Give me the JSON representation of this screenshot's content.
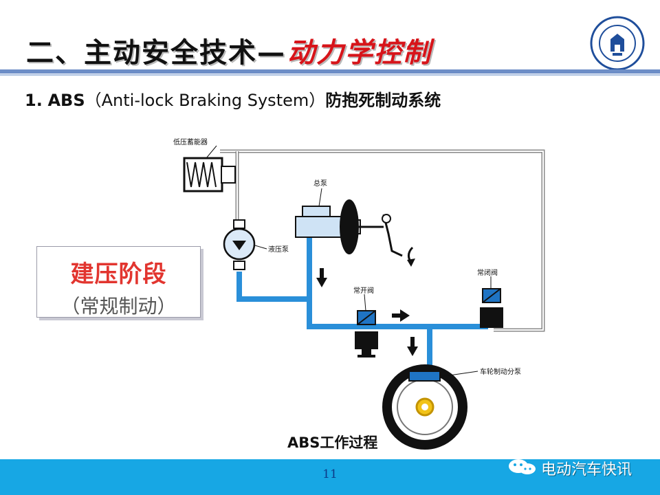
{
  "header": {
    "title_main": "二、主动安全技术—",
    "title_accent": "动力学控制",
    "accent_color": "#d7141a",
    "rule_color": "#6d8ec7"
  },
  "subtitle": {
    "number": "1.",
    "abbr": "ABS",
    "paren_open": "（",
    "full_name": "Anti-lock Braking System",
    "paren_close": "）",
    "cn_name": "防抱死制动系统"
  },
  "stage": {
    "main": "建压阶段",
    "sub": "（常规制动）"
  },
  "diagram": {
    "labels": {
      "accumulator": "低压蓄能器",
      "master_cylinder": "总泵",
      "pump": "液压泵",
      "normally_open_valve": "常开阀",
      "normally_closed_valve": "常闭阀",
      "wheel_cylinder": "车轮制动分泵"
    },
    "pipe_color": "#2a8fd9"
  },
  "caption": "ABS工作过程",
  "footer": {
    "page_number": "11",
    "brand": "电动汽车快讯",
    "bar_color": "#17a7e4"
  }
}
